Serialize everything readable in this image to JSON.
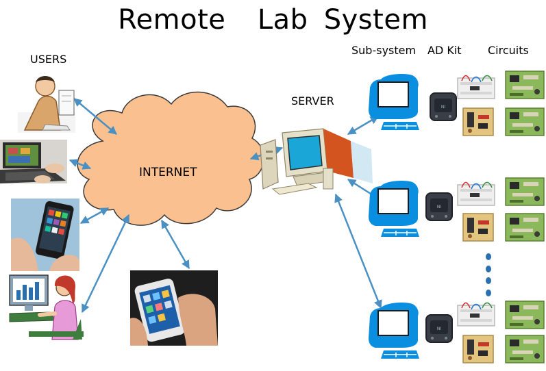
{
  "title": "Remote  Lab System",
  "labels": {
    "users": "USERS",
    "internet": "INTERNET",
    "server": "SERVER",
    "subsystem": "Sub-system",
    "ad_kit": "AD Kit",
    "circuits": "Circuits"
  },
  "colors": {
    "cloud_fill": "#fac090",
    "cloud_stroke": "#3a3a3a",
    "arrow": "#4a90c2",
    "computer_blue": "#0a8fe0",
    "crt_body": "#e5e0c9",
    "crt_screen": "#1aa6d6",
    "board_green": "#78a84a",
    "board_tan": "#e4c580",
    "device_dark": "#3a3f47"
  },
  "icons": {
    "users": [
      "office-worker-clipart-icon",
      "laptop-photo-icon",
      "smartphone-photo-icon",
      "woman-at-computer-clipart-icon",
      "tablet-phone-photo-icon"
    ],
    "server": "server-computer-icon",
    "subsystem": "subsystem-computer-icon",
    "ad_kit": "ad-kit-device-icon",
    "circuits": "circuit-board-icon",
    "continuation": "vertical-ellipsis-dots"
  }
}
